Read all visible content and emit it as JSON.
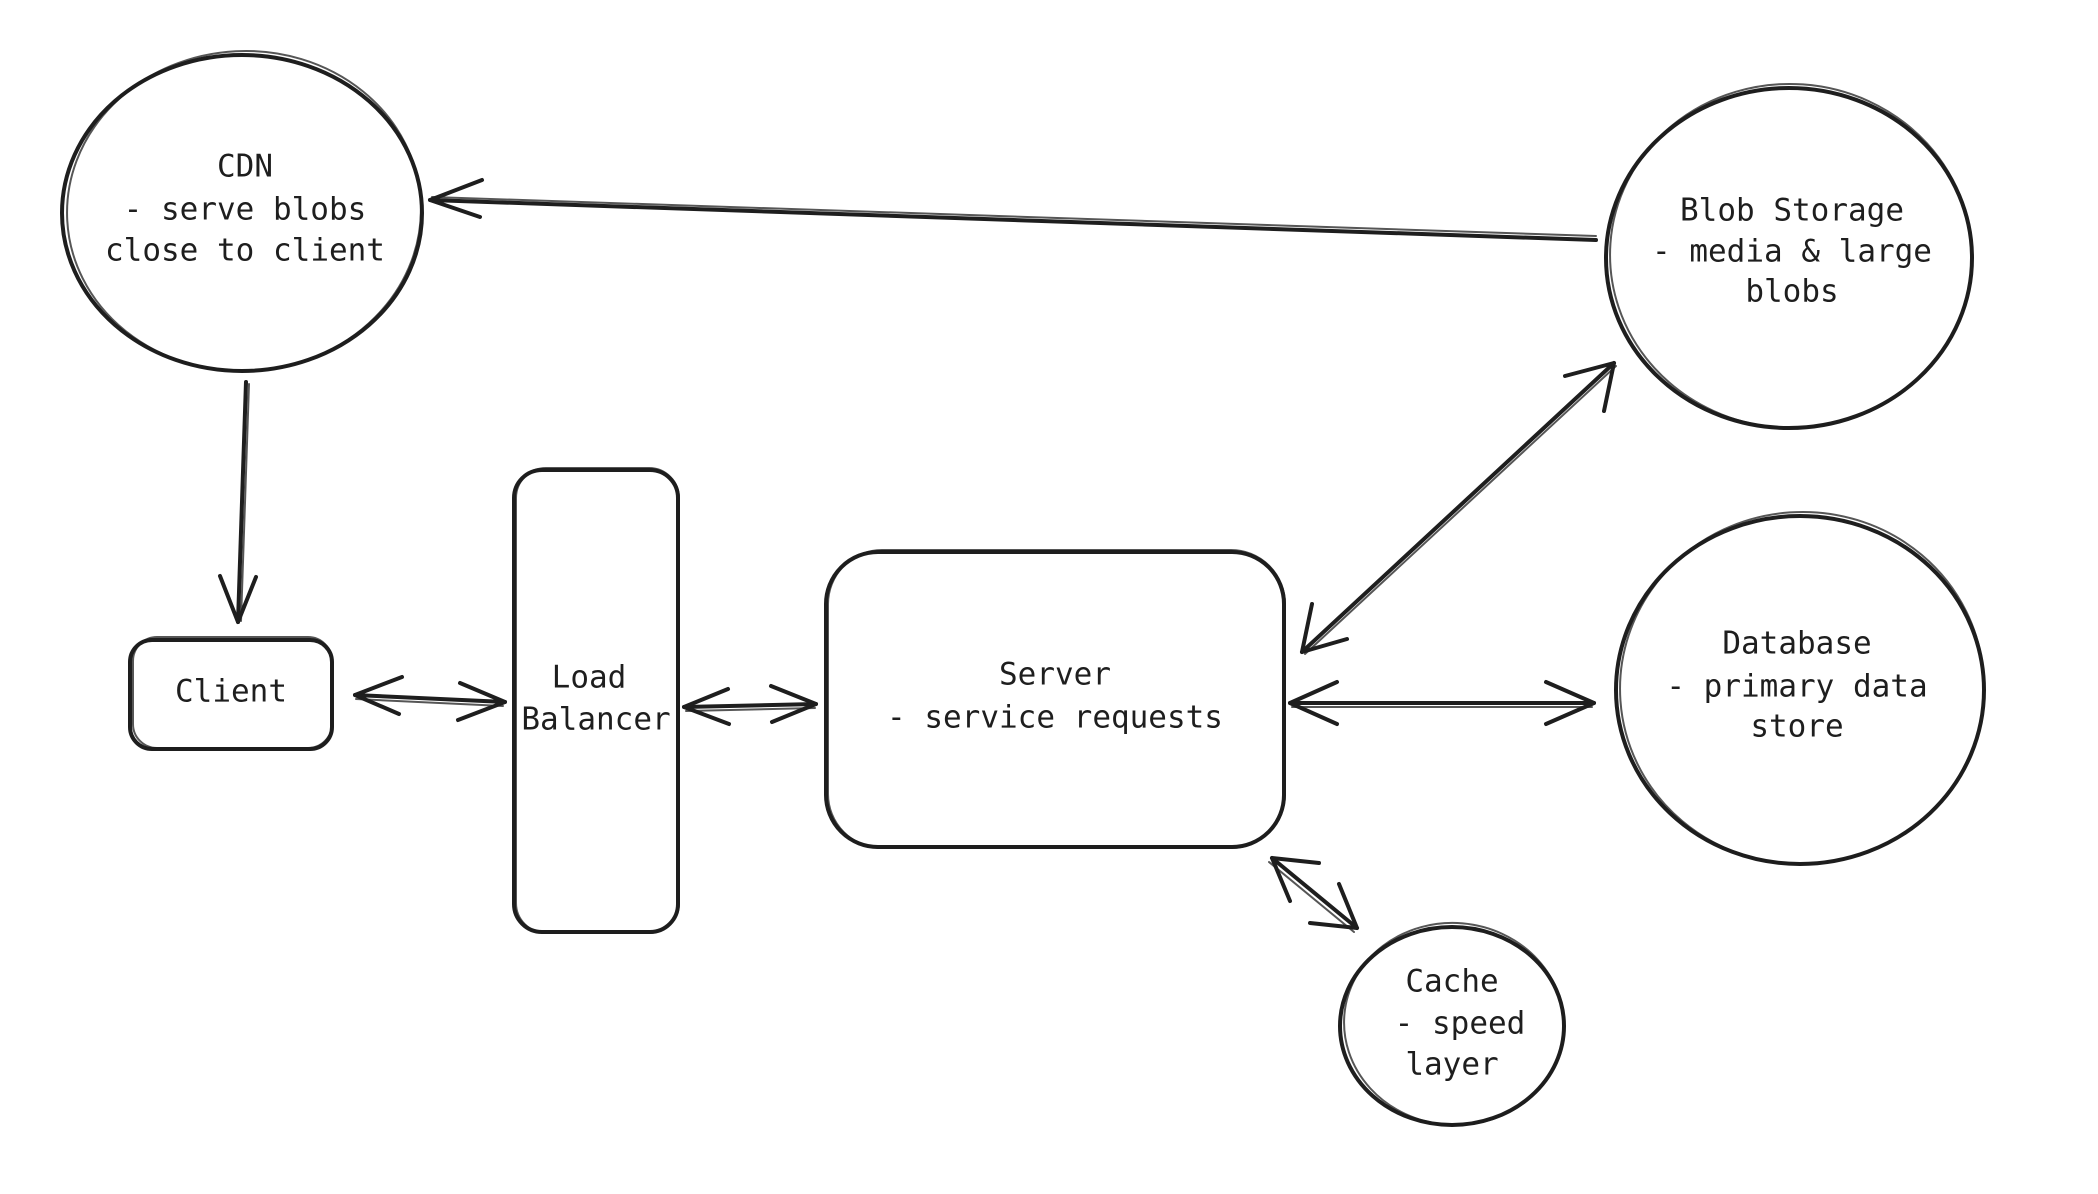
{
  "colors": {
    "stroke": "#1e1e1e",
    "background": "#ffffff"
  },
  "nodes": {
    "cdn": {
      "lines": [
        "CDN",
        "- serve blobs",
        "close to client"
      ]
    },
    "client": {
      "lines": [
        "Client"
      ]
    },
    "load_balancer": {
      "lines": [
        "Load",
        "Balancer"
      ]
    },
    "server": {
      "lines": [
        "Server",
        "- service requests"
      ]
    },
    "blob_storage": {
      "lines": [
        "Blob Storage",
        "- media & large",
        "blobs"
      ]
    },
    "database": {
      "lines": [
        "Database",
        "- primary data",
        "store"
      ]
    },
    "cache": {
      "lines": [
        "Cache",
        "- speed",
        "layer"
      ]
    }
  },
  "edges": [
    {
      "from": "blob_storage",
      "to": "cdn",
      "direction": "forward"
    },
    {
      "from": "cdn",
      "to": "client",
      "direction": "forward"
    },
    {
      "from": "client",
      "to": "load_balancer",
      "direction": "both"
    },
    {
      "from": "load_balancer",
      "to": "server",
      "direction": "both"
    },
    {
      "from": "server",
      "to": "blob_storage",
      "direction": "both"
    },
    {
      "from": "server",
      "to": "database",
      "direction": "both"
    },
    {
      "from": "server",
      "to": "cache",
      "direction": "both"
    }
  ]
}
